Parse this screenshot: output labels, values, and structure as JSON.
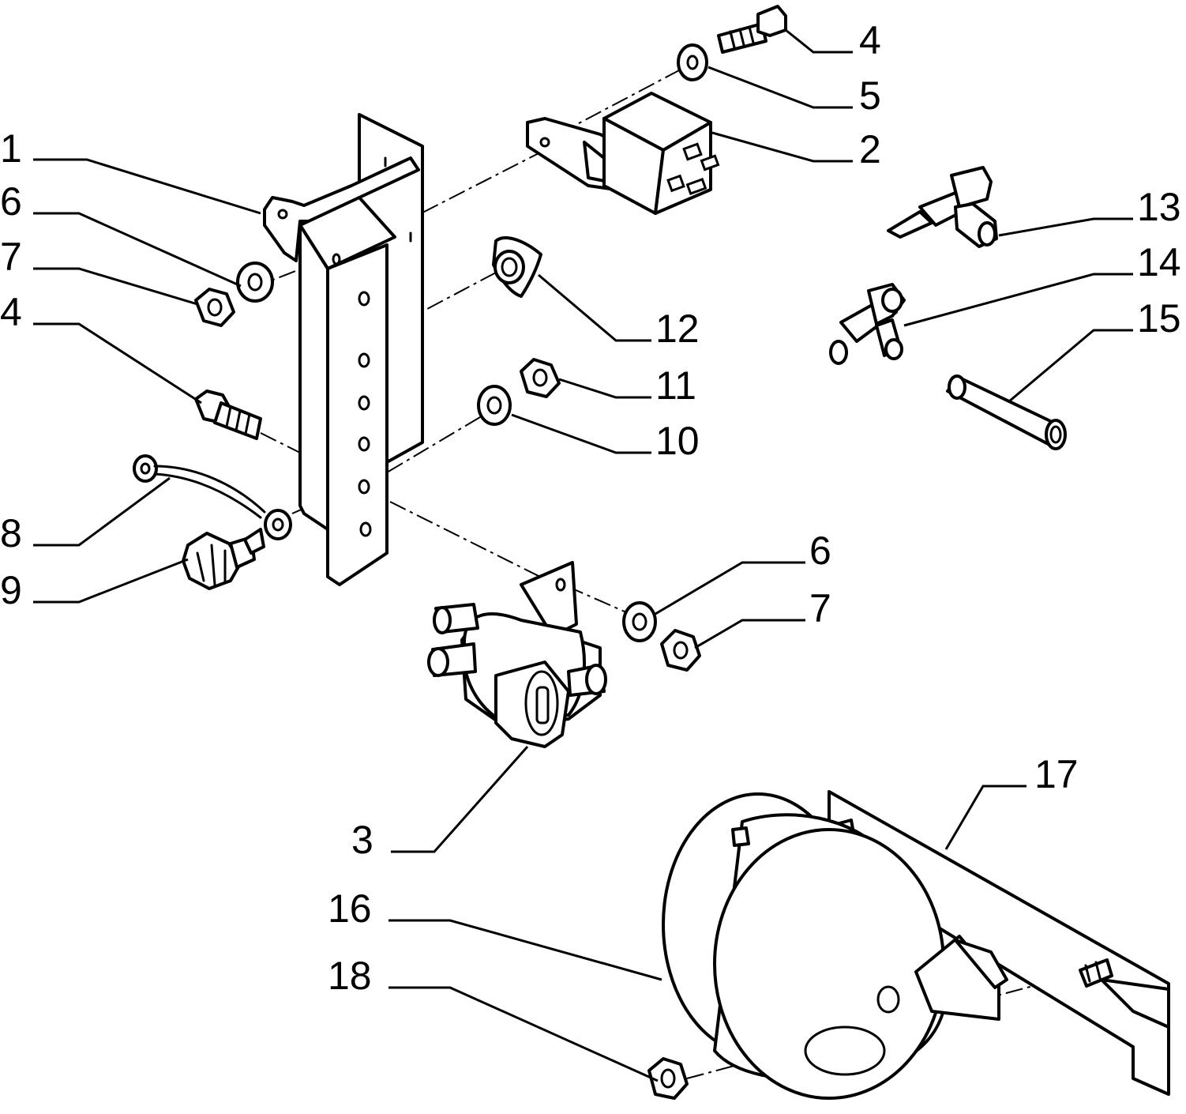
{
  "callouts": [
    {
      "id": "1",
      "label": "1"
    },
    {
      "id": "2",
      "label": "2"
    },
    {
      "id": "3",
      "label": "3"
    },
    {
      "id": "4a",
      "label": "4"
    },
    {
      "id": "4b",
      "label": "4"
    },
    {
      "id": "5",
      "label": "5"
    },
    {
      "id": "6a",
      "label": "6"
    },
    {
      "id": "6b",
      "label": "6"
    },
    {
      "id": "7a",
      "label": "7"
    },
    {
      "id": "7b",
      "label": "7"
    },
    {
      "id": "8",
      "label": "8"
    },
    {
      "id": "9",
      "label": "9"
    },
    {
      "id": "10",
      "label": "10"
    },
    {
      "id": "11",
      "label": "11"
    },
    {
      "id": "12",
      "label": "12"
    },
    {
      "id": "13",
      "label": "13"
    },
    {
      "id": "14",
      "label": "14"
    },
    {
      "id": "15",
      "label": "15"
    },
    {
      "id": "16",
      "label": "16"
    },
    {
      "id": "17",
      "label": "17"
    },
    {
      "id": "18",
      "label": "18"
    }
  ]
}
